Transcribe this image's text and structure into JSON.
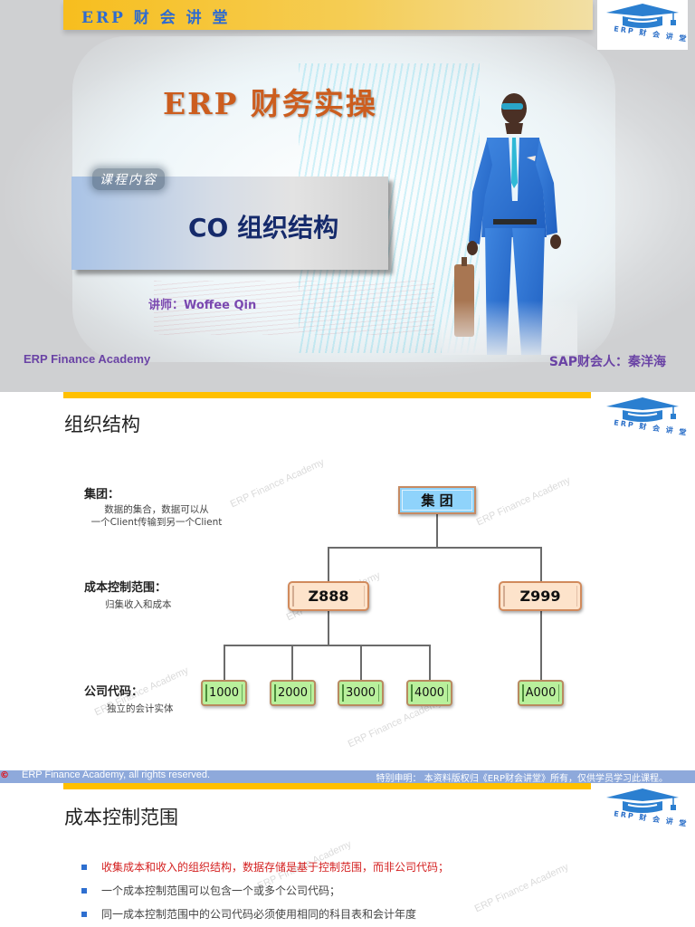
{
  "slide1": {
    "header_brand": "ERP 财 会 讲 堂",
    "logo_text": "ERP 财 会 讲 堂",
    "main_title": "ERP 财务实操",
    "tag": "课程内容",
    "subtitle": "CO 组织结构",
    "lecturer": "讲师：Woffee Qin",
    "footer_left": "ERP  Finance  Academy",
    "footer_right": "SAP财会人：秦洋海"
  },
  "slide2": {
    "title": "组织结构",
    "logo_text": "ERP 财 会 讲 堂",
    "labels": [
      {
        "head": "集团：",
        "desc": "数据的集合，数据可以从\n一个Client传输到另一个Client"
      },
      {
        "head": "成本控制范围：",
        "desc": "归集收入和成本"
      },
      {
        "head": "公司代码：",
        "desc": "独立的会计实体"
      }
    ],
    "tree": {
      "root": "集 团",
      "controlling_areas": [
        "Z888",
        "Z999"
      ],
      "company_codes_z888": [
        "1000",
        "2000",
        "3000",
        "4000"
      ],
      "company_codes_z999": [
        "A000"
      ]
    },
    "watermark": "ERP Finance Academy",
    "colors": {
      "accent_bar": "#ffc000",
      "group_node": "#8fd3fb",
      "controlling_area_node": "#fde3cb",
      "company_code_node": "#b9f09c"
    }
  },
  "footer_strip": {
    "left": "ERP Finance Academy, all rights reserved.",
    "right": "特别申明：  本资料版权归《ERP财会讲堂》所有，仅供学员学习此课程。",
    "background": "#8ea9db"
  },
  "slide3": {
    "title": "成本控制范围",
    "logo_text": "ERP 财 会 讲 堂",
    "bullets": [
      {
        "text": "收集成本和收入的组织结构，数据存储是基于控制范围，而非公司代码；",
        "highlight": true
      },
      {
        "text": "一个成本控制范围可以包含一个或多个公司代码；",
        "highlight": false
      },
      {
        "text": "同一成本控制范围中的公司代码必须使用相同的科目表和会计年度",
        "highlight": false
      }
    ],
    "watermark": "ERP Finance Academy"
  }
}
